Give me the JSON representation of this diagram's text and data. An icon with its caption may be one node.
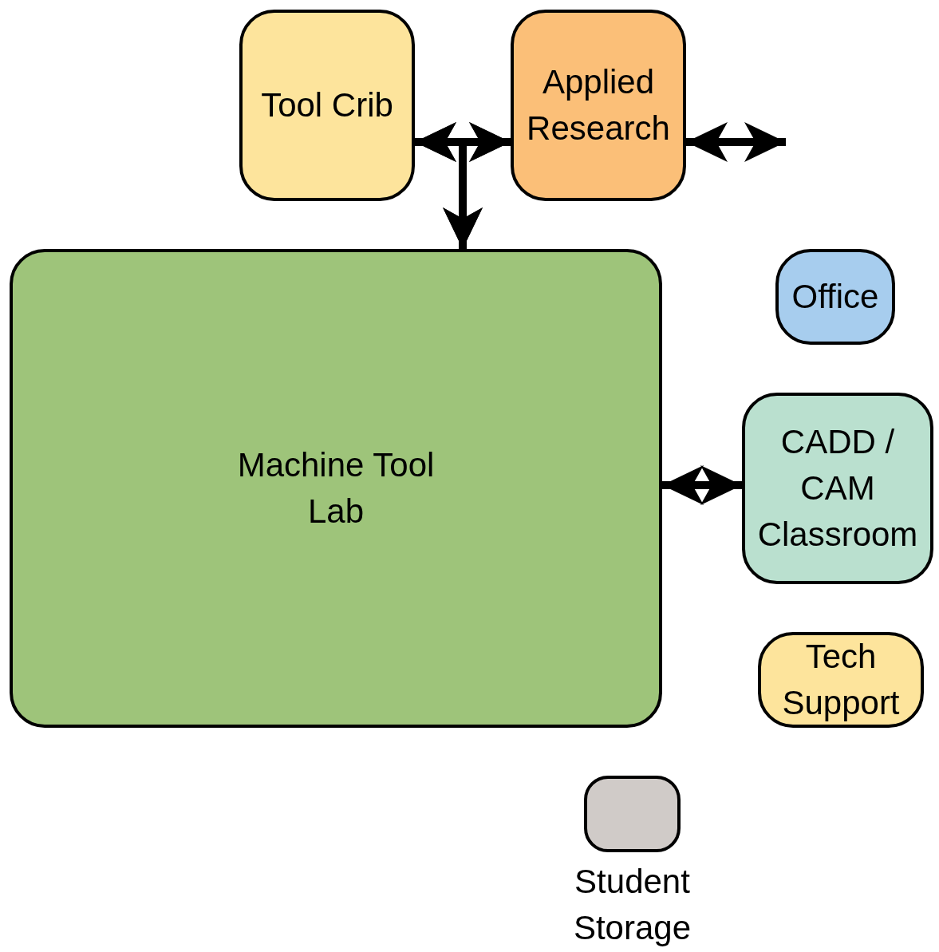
{
  "diagram": {
    "nodes": [
      {
        "text": [
          "Tool Crib"
        ]
      },
      {
        "text": [
          "Applied Research"
        ]
      },
      {
        "text": [
          "Machine Tool Lab"
        ]
      },
      {
        "text": [
          "Office"
        ]
      },
      {
        "text": [
          "CADD / CAM Classroom"
        ]
      },
      {
        "text": [
          "Tech Support"
        ]
      },
      {
        "text": [
          "Student Storage"
        ]
      }
    ],
    "edges": [
      {
        "from": 0,
        "to": 1,
        "arrow": "both"
      },
      {
        "from": 0,
        "to": 2,
        "arrow": "both"
      },
      {
        "from": 1,
        "to": 2,
        "arrow": "both"
      },
      {
        "from": 1,
        "to": null,
        "arrow": "both"
      },
      {
        "from": 2,
        "to": 4,
        "arrow": "both"
      }
    ]
  }
}
